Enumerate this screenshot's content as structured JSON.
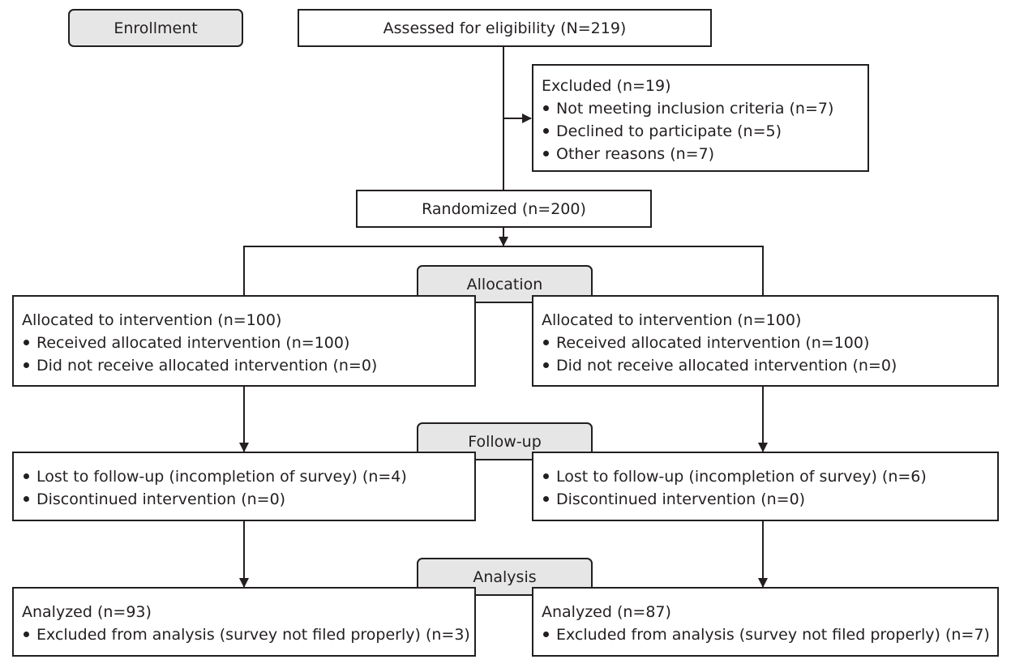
{
  "stages": {
    "enrollment": "Enrollment",
    "allocation": "Allocation",
    "followup": "Follow-up",
    "analysis": "Analysis"
  },
  "assessed": "Assessed for eligibility (N=219)",
  "excluded": {
    "title": "Excluded (n=19)",
    "items": [
      "Not meeting inclusion criteria (n=7)",
      "Declined to participate (n=5)",
      "Other reasons (n=7)"
    ]
  },
  "randomized": "Randomized (n=200)",
  "left": {
    "allocation": {
      "title": "Allocated to intervention (n=100)",
      "items": [
        "Received allocated intervention (n=100)",
        "Did not receive allocated intervention (n=0)"
      ]
    },
    "followup": {
      "items": [
        "Lost to follow-up (incompletion of survey) (n=4)",
        "Discontinued intervention (n=0)"
      ]
    },
    "analysis": {
      "title": "Analyzed (n=93)",
      "items": [
        "Excluded from analysis (survey not filed properly) (n=3)"
      ]
    }
  },
  "right": {
    "allocation": {
      "title": "Allocated to intervention (n=100)",
      "items": [
        "Received allocated intervention (n=100)",
        "Did not receive allocated intervention (n=0)"
      ]
    },
    "followup": {
      "items": [
        "Lost to follow-up (incompletion of survey) (n=6)",
        "Discontinued intervention (n=0)"
      ]
    },
    "analysis": {
      "title": "Analyzed (n=87)",
      "items": [
        "Excluded from analysis (survey not filed properly) (n=7)"
      ]
    }
  }
}
